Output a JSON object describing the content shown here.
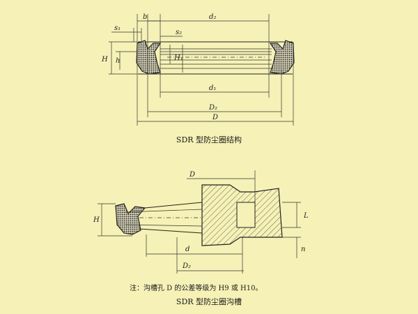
{
  "top_diagram": {
    "labels": {
      "b": "b",
      "d2": "d₂",
      "s1": "s₁",
      "s2": "s₂",
      "H": "H",
      "h": "h",
      "H1": "H₁",
      "d1": "d₁",
      "D2": "D₂",
      "D": "D"
    },
    "caption": "SDR 型防尘圈结构"
  },
  "bottom_diagram": {
    "labels": {
      "D": "D",
      "H": "H",
      "L": "L",
      "d": "d",
      "D2": "D₂",
      "n": "n"
    },
    "note": "注：沟槽孔 D 的公差等级为 H9 或 H10。",
    "caption": "SDR 型防尘圈沟槽"
  },
  "colors": {
    "background": "#f6f1b6",
    "ink": "#222222"
  }
}
